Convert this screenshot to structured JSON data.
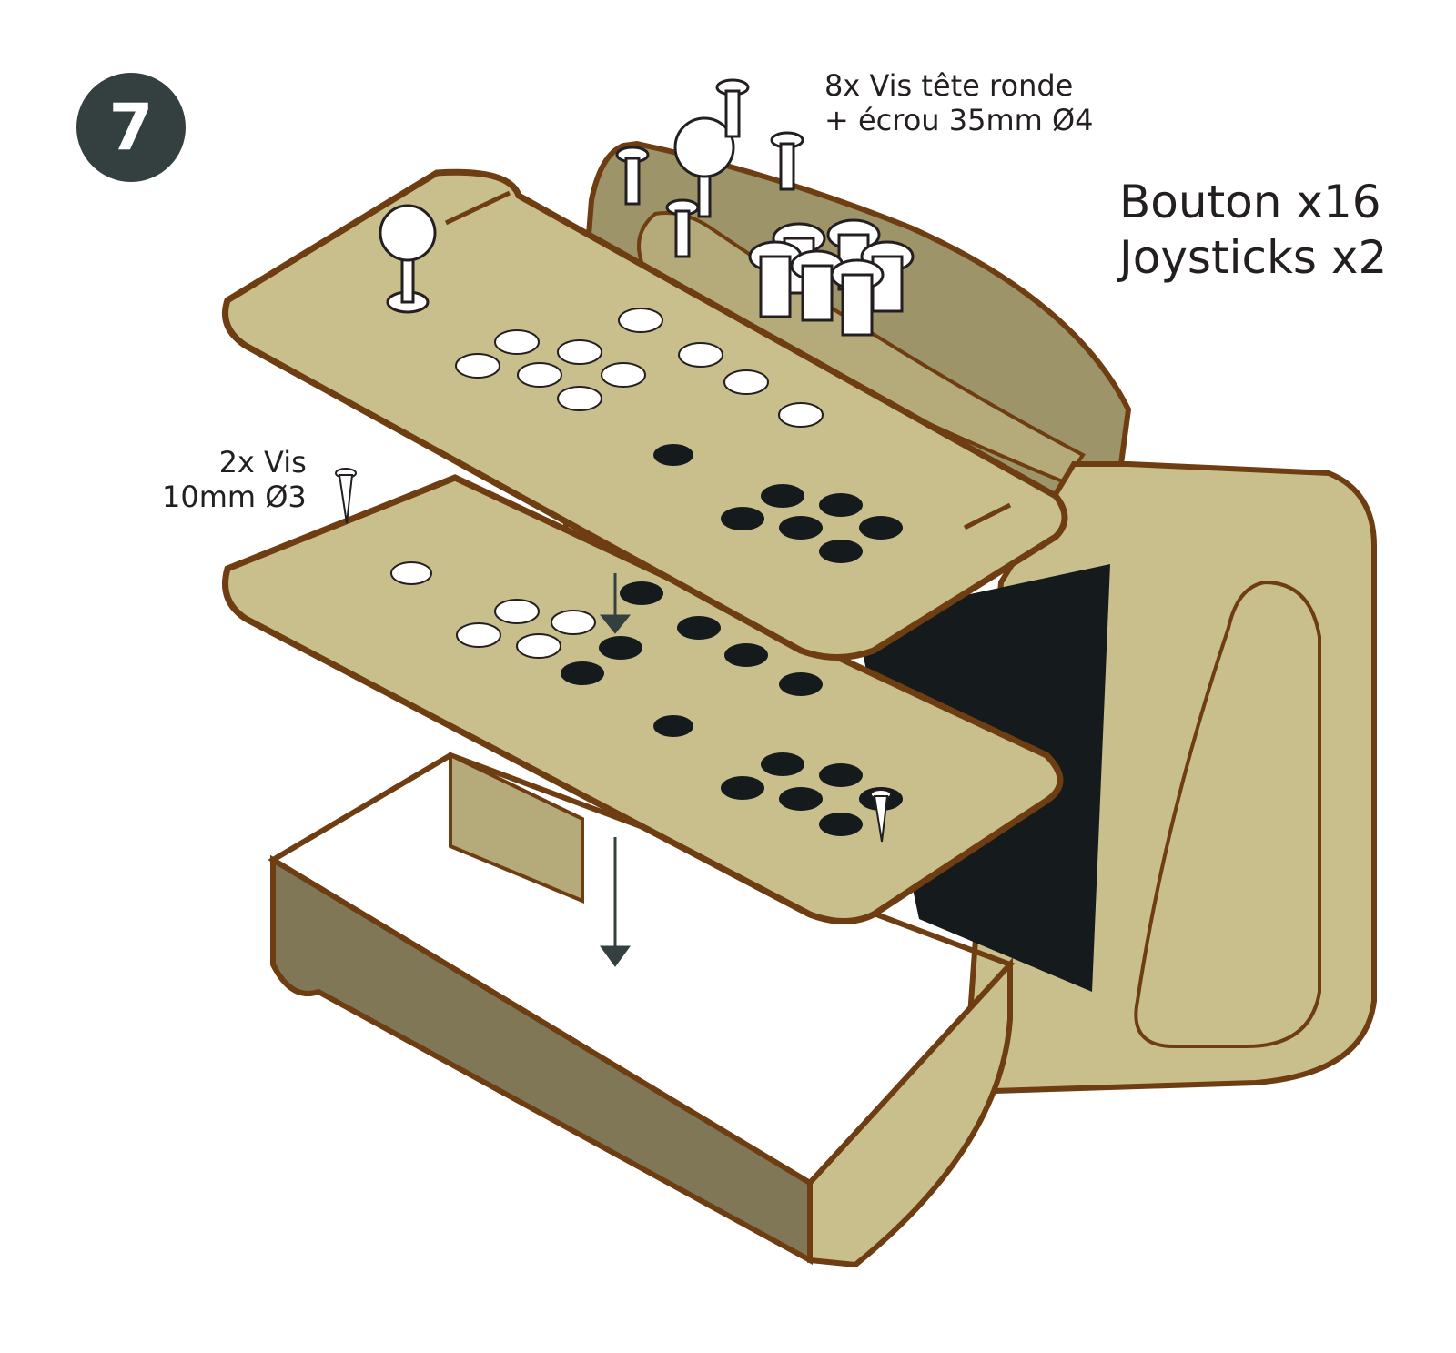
{
  "step": {
    "number": "7"
  },
  "annotations": {
    "top_screws": {
      "line1": "8x Vis tête ronde",
      "line2": "+ écrou 35mm Ø4"
    },
    "side_screws": {
      "line1": "2x Vis",
      "line2": "10mm Ø3"
    },
    "parts": {
      "line1": "Bouton x16",
      "line2": "Joysticks x2"
    }
  },
  "colors": {
    "wood_face": "#c8bf8c",
    "wood_side": "#b5ab7a",
    "wood_dark": "#7f7755",
    "wood_edge": "#6e3d12",
    "hole": "#151a1d",
    "panel_back": "#9d9469",
    "badge": "#34403f",
    "arrow": "#34403f"
  }
}
